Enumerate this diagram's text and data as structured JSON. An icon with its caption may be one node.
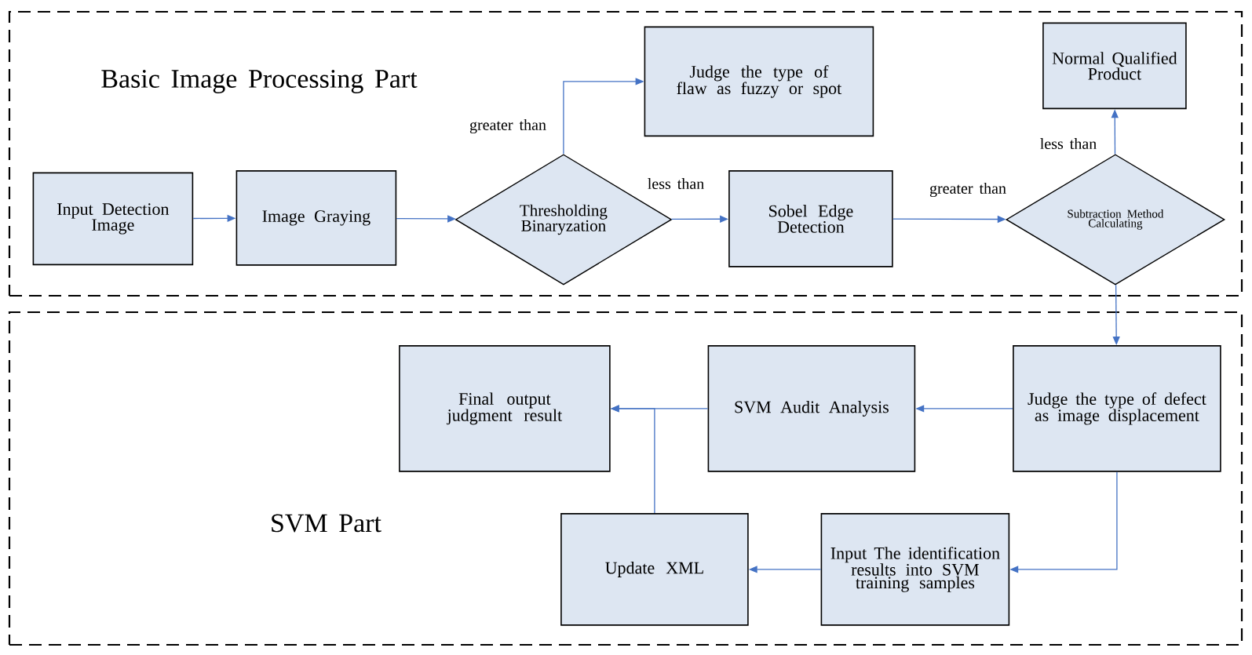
{
  "diagram": {
    "nodes": [
      {
        "text": [
          "Basic Image Processing Part"
        ]
      },
      {
        "text": [
          "SVM Part"
        ]
      },
      {
        "text": [
          "Input Detection Image"
        ],
        "in": 0
      },
      {
        "text": [
          "Image Graying"
        ],
        "in": 0
      },
      {
        "text": [
          "Thresholding Binaryzation"
        ],
        "in": 0
      },
      {
        "text": [
          "Judge the type of flaw as fuzzy or spot"
        ],
        "in": 0
      },
      {
        "text": [
          "Sobel Edge Detection"
        ],
        "in": 0
      },
      {
        "text": [
          "Subtraction Method Calculating"
        ],
        "in": 0
      },
      {
        "text": [
          "Normal Qualified Product"
        ],
        "in": 0
      },
      {
        "text": [
          "Final output judgment result"
        ],
        "in": 1
      },
      {
        "text": [
          "SVM Audit Analysis"
        ],
        "in": 1
      },
      {
        "text": [
          "Judge the type of defect as image displacement"
        ],
        "in": 1
      },
      {
        "text": [
          "Update XML"
        ],
        "in": 1
      },
      {
        "text": [
          "Input The identification results into SVM training samples"
        ],
        "in": 1
      }
    ],
    "edges": [
      {
        "from": 2,
        "to": 3,
        "arrow": "to"
      },
      {
        "from": 3,
        "to": 4,
        "arrow": "to"
      },
      {
        "from": 4,
        "to": 5,
        "arrow": "to",
        "label": "greater than"
      },
      {
        "from": 4,
        "to": 6,
        "arrow": "to",
        "label": "less than"
      },
      {
        "from": 6,
        "to": 7,
        "arrow": "to",
        "label": "greater than"
      },
      {
        "from": 7,
        "to": 8,
        "arrow": "to",
        "label": "less than"
      },
      {
        "from": 7,
        "to": 11,
        "arrow": "to"
      },
      {
        "from": 11,
        "to": 10,
        "arrow": "to"
      },
      {
        "from": 10,
        "to": 9,
        "arrow": "to"
      },
      {
        "from": 11,
        "to": 13,
        "arrow": "to"
      },
      {
        "from": 13,
        "to": 12,
        "arrow": "to"
      },
      {
        "from": 12,
        "to": 9,
        "arrow": "to"
      }
    ]
  }
}
